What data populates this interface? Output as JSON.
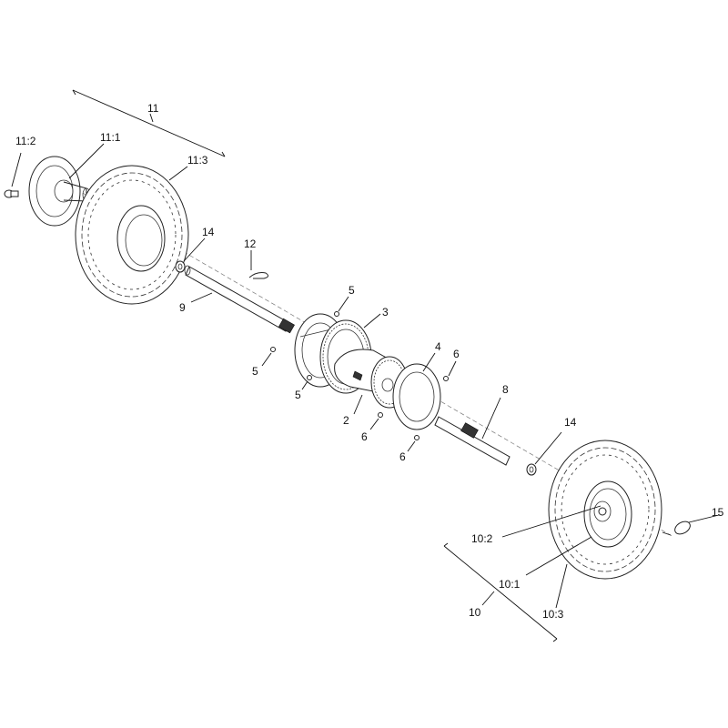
{
  "callouts": {
    "c11": "11",
    "c11_2": "11:2",
    "c11_1": "11:1",
    "c11_3": "11:3",
    "c14a": "14",
    "c12": "12",
    "c9": "9",
    "c5a": "5",
    "c3": "3",
    "c5b": "5",
    "c5c": "5",
    "c4": "4",
    "c6a": "6",
    "c8": "8",
    "c2": "2",
    "c6b": "6",
    "c6c": "6",
    "c14b": "14",
    "c15": "15",
    "c10_2": "10:2",
    "c10_1": "10:1",
    "c10": "10",
    "c10_3": "10:3"
  },
  "colors": {
    "line": "#222222",
    "background": "#ffffff"
  }
}
